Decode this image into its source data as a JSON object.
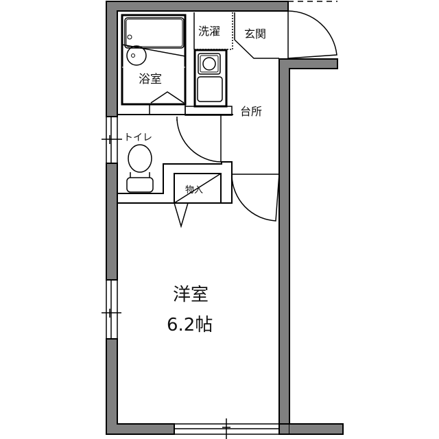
{
  "floorplan": {
    "rooms": {
      "bathroom": "浴室",
      "laundry": "洗濯",
      "entrance": "玄関",
      "kitchen": "台所",
      "toilet": "トイレ",
      "storage": "物入",
      "western_room": "洋室",
      "western_room_size": "6.2帖"
    },
    "colors": {
      "wall_fill": "#808080",
      "line": "#000000",
      "background": "#ffffff"
    }
  }
}
